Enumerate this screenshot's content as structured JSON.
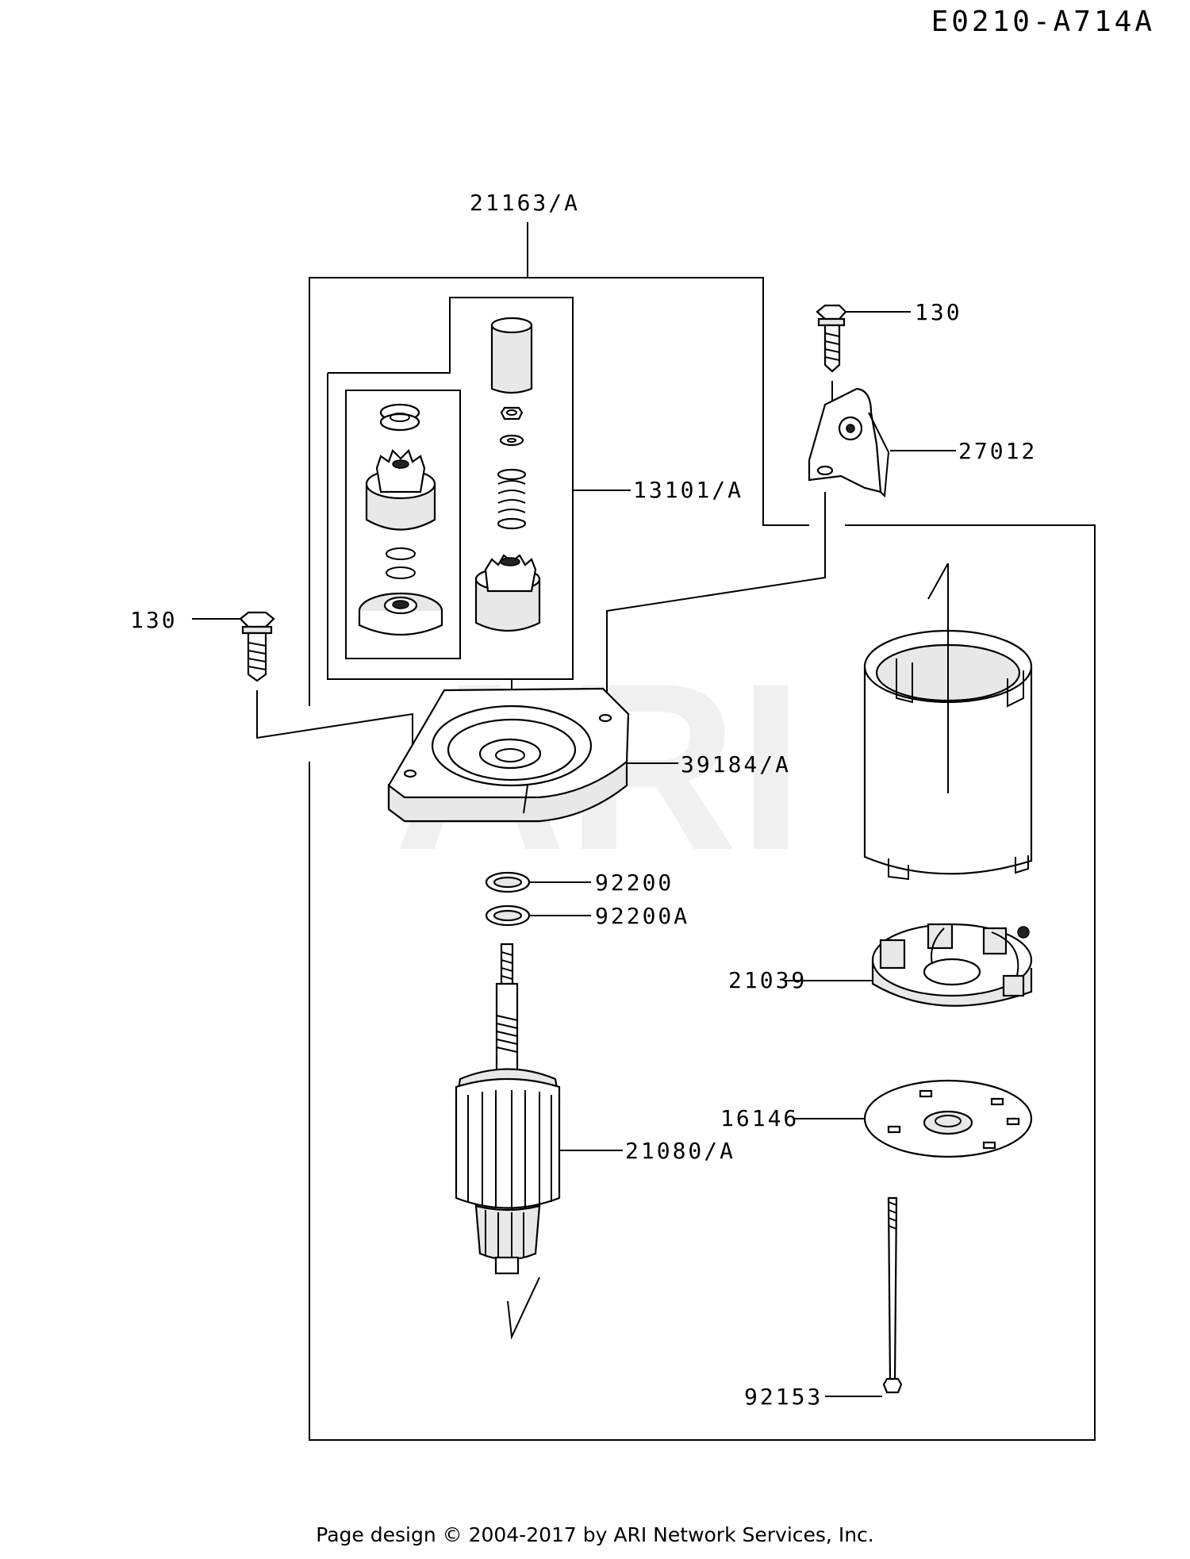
{
  "diagram_code": "E0210-A714A",
  "watermark": "ARI",
  "footer": "Page design © 2004-2017 by ARI Network Services, Inc.",
  "callouts": [
    {
      "id": "assembly",
      "text": "21163/A"
    },
    {
      "id": "bolt-top",
      "text": "130"
    },
    {
      "id": "bracket",
      "text": "27012"
    },
    {
      "id": "pinion-kit",
      "text": "13101/A"
    },
    {
      "id": "bolt-left",
      "text": "130"
    },
    {
      "id": "end-cover",
      "text": "39184/A"
    },
    {
      "id": "washer-1",
      "text": "92200"
    },
    {
      "id": "washer-2",
      "text": "92200A"
    },
    {
      "id": "brush-holder",
      "text": "21039"
    },
    {
      "id": "plate",
      "text": "16146"
    },
    {
      "id": "armature",
      "text": "21080/A"
    },
    {
      "id": "through-bolt",
      "text": "92153"
    }
  ]
}
